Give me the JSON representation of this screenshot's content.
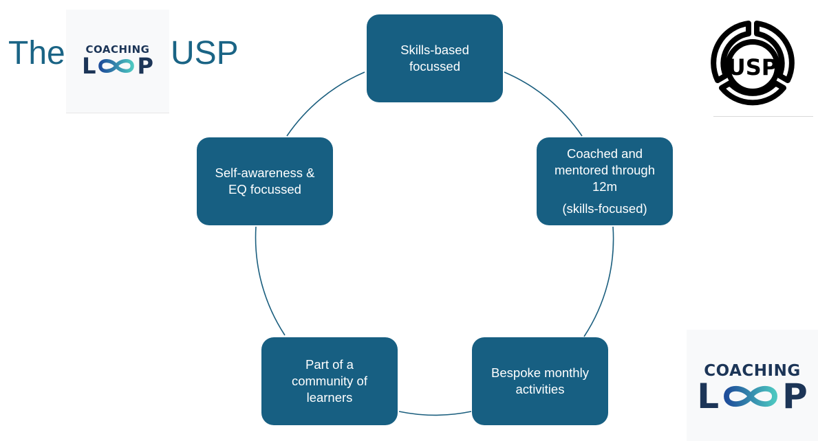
{
  "title": {
    "prefix": "The",
    "suffix": "USP",
    "color": "#1a6485"
  },
  "logo": {
    "line1": "COACHING",
    "letter_l": "L",
    "letter_p": "P",
    "text_color": "#1c3557",
    "gradient": [
      "#1e4d9a",
      "#4cc6c0"
    ]
  },
  "badge": {
    "label": "USP"
  },
  "cycle": {
    "node_color": "#175f82",
    "connector_color": "#1a5e7e",
    "nodes": [
      {
        "lines": [
          "Skills-based",
          "focussed"
        ]
      },
      {
        "lines": [
          "Coached and",
          "mentored through",
          "12m"
        ],
        "sub": "(skills-focused)"
      },
      {
        "lines": [
          "Bespoke monthly",
          "activities"
        ]
      },
      {
        "lines": [
          "Part of a",
          "community of",
          "learners"
        ]
      },
      {
        "lines": [
          "Self-awareness &",
          "EQ focussed"
        ]
      }
    ]
  }
}
